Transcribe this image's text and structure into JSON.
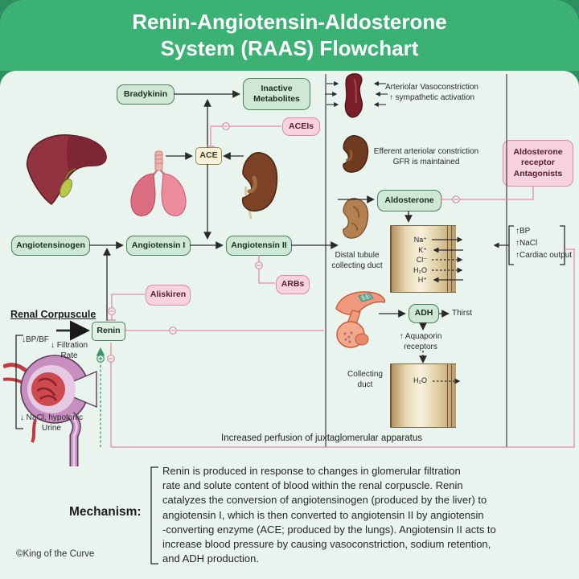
{
  "header": {
    "title": "Renin-Angiotensin-Aldosterone\nSystem (RAAS) Flowchart"
  },
  "flow": {
    "nodes": {
      "bradykinin": "Bradykinin",
      "inactive_metabolites": "Inactive\nMetabolites",
      "aceis": "ACEIs",
      "ace": "ACE",
      "angiotensinogen": "Angiotensinogen",
      "angiotensin_1": "Angiotensin I",
      "angiotensin_2": "Angiotensin II",
      "aliskiren": "Aliskiren",
      "arbs": "ARBs",
      "renin": "Renin",
      "aldosterone": "Aldosterone",
      "adh": "ADH",
      "aldosterone_receptor_antagonists": "Aldosterone\nreceptor\nAntagonists"
    },
    "labels": {
      "renal_corpuscule": "Renal Corpuscule",
      "bp_bf": "↓BP/BF",
      "filtration_rate": "↓ Filtration\nRate",
      "nacl_urine": "↓ NaCl, hypotonic\nUrine",
      "arteriolar": "Arteriolar Vasoconstriction\n↑ sympathetic activation",
      "efferent": "Efferent arteriolar constriction\nGFR is maintained",
      "distal_tubule": "Distal tubule\ncollecting duct",
      "thirst": "Thirst",
      "aquaporin": "↑ Aquaporin\nreceptors",
      "collecting_duct": "Collecting\nduct",
      "effects": [
        "↑BP",
        "↑NaCl",
        "↑Cardiac output"
      ],
      "increased_perfusion": "Increased perfusion of juxtaglomerular apparatus",
      "ions": [
        "Na⁺",
        "K⁺",
        "Cl⁻",
        "H₂O",
        "H⁺"
      ],
      "h2o": "H₂O"
    }
  },
  "mechanism": {
    "label": "Mechanism:",
    "text": "Renin is produced in response to changes in glomerular filtration\nrate and solute content of blood within the renal corpuscle. Renin\ncatalyzes the conversion of angiotensinogen (produced by the liver) to\nangiotensin I, which is then converted to angiotensin II by angiotensin\n-converting enzyme (ACE; produced by the lungs). Angiotensin II acts to\nincrease blood pressure by causing vasoconstriction, sodium retention,\nand ADH production."
  },
  "footer": {
    "copyright": "©King of the Curve"
  },
  "colors": {
    "header_green": "#3bb273",
    "frame_green": "#2d8f60",
    "panel": "#eaf4ee",
    "node_green": "#cfe8d6",
    "node_pink": "#f8d3de",
    "line_pink": "#e08ba6",
    "line_green": "#3f9468",
    "line_black": "#2a2a2a"
  }
}
